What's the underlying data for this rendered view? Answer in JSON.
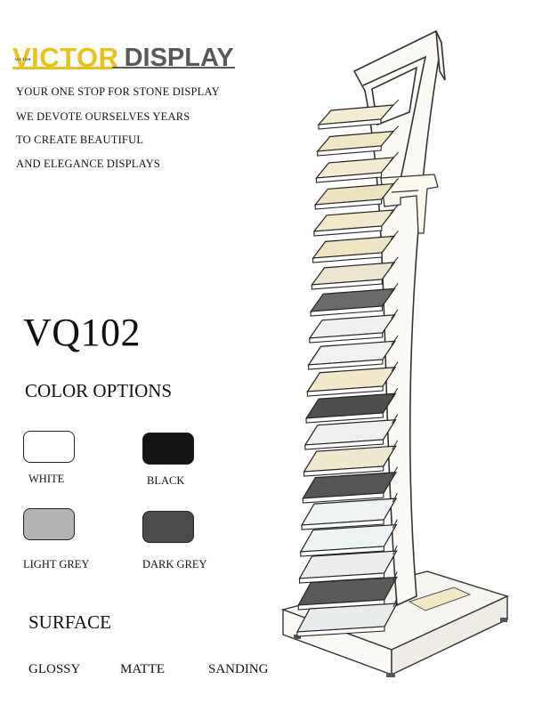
{
  "brand": {
    "name_primary": "VICTOR",
    "name_secondary": "DISPLAY",
    "name_small": "VICTOR",
    "colors": {
      "yellow": "#e8c21a",
      "grey": "#595959"
    }
  },
  "taglines": [
    "YOUR ONE STOP FOR STONE DISPLAY",
    "WE DEVOTE OURSELVES YEARS",
    "TO CREATE BEAUTIFUL",
    "AND ELEGANCE DISPLAYS"
  ],
  "model": "VQ102",
  "color_options": {
    "title": "COLOR OPTIONS",
    "items": [
      {
        "label": "WHITE",
        "color": "#ffffff"
      },
      {
        "label": "BLACK",
        "color": "#141414"
      },
      {
        "label": "LIGHT GREY",
        "color": "#b3b3b3"
      },
      {
        "label": "DARK GREY",
        "color": "#4b4b4b"
      }
    ]
  },
  "surface": {
    "title": "SURFACE",
    "items": [
      "GLOSSY",
      "MATTE",
      "SANDING"
    ]
  },
  "product_image": {
    "icon": "stone-display-rack-icon"
  }
}
